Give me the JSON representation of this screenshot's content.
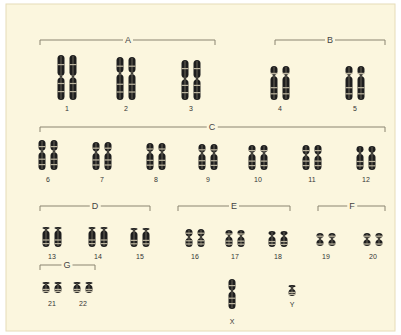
{
  "diagram": {
    "labels": [
      "A",
      "B",
      "1",
      "2",
      "3",
      "4",
      "5",
      "C",
      "6",
      "7",
      "8",
      "9",
      "10",
      "11",
      "12",
      "D",
      "E",
      "F",
      "13",
      "14",
      "15",
      "16",
      "17",
      "18",
      "19",
      "20",
      "G",
      "21",
      "22",
      "X",
      "Y"
    ]
  }
}
